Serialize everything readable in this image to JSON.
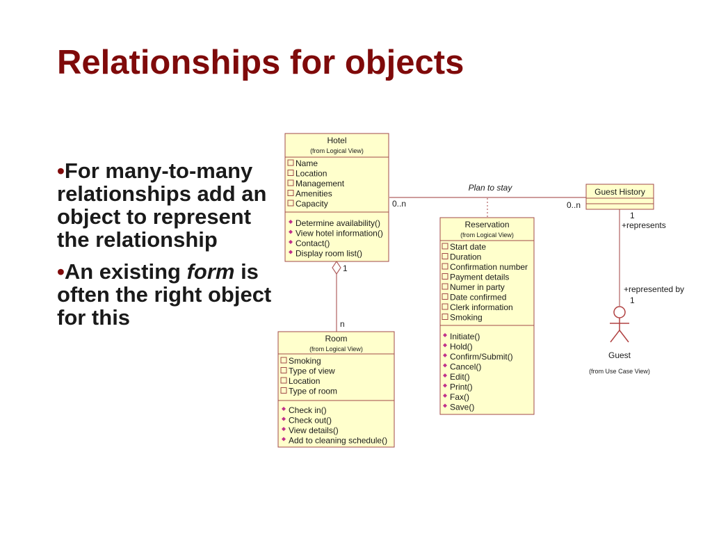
{
  "slide": {
    "title": "Relationships for objects",
    "bullets": [
      {
        "bullet": "•",
        "text": "For many-to-many relationships add an object to represent the relationship"
      },
      {
        "bullet": "•",
        "text_before": "An existing ",
        "text_italic": "form",
        "text_after": " is often the right object for this"
      }
    ]
  },
  "diagram": {
    "hotel": {
      "name": "Hotel",
      "stereotype": "(from Logical View)",
      "attributes": [
        "Name",
        "Location",
        "Management",
        "Amenities",
        "Capacity"
      ],
      "operations": [
        "Determine availability()",
        "View hotel information()",
        "Contact()",
        "Display room list()"
      ]
    },
    "room": {
      "name": "Room",
      "stereotype": "(from Logical View)",
      "attributes": [
        "Smoking",
        "Type of view",
        "Location",
        "Type of room"
      ],
      "operations": [
        "Check in()",
        "Check out()",
        "View details()",
        "Add to cleaning schedule()"
      ]
    },
    "reservation": {
      "name": "Reservation",
      "stereotype": "(from Logical View)",
      "attributes": [
        "Start date",
        "Duration",
        "Confirmation number",
        "Payment details",
        "Numer in party",
        "Date confirmed",
        "Clerk information",
        "Smoking"
      ],
      "operations": [
        "Initiate()",
        "Hold()",
        "Confirm/Submit()",
        "Cancel()",
        "Edit()",
        "Print()",
        "Fax()",
        "Save()"
      ]
    },
    "guest_history": {
      "name": "Guest History"
    },
    "guest": {
      "name": "Guest",
      "stereotype": "(from Use Case View)"
    },
    "associations": {
      "plan_to_stay": "Plan to stay",
      "hotel_mult": "0..n",
      "history_mult": "0..n",
      "hotel_room_one": "1",
      "hotel_room_many": "n",
      "history_one": "1",
      "represents": "+represents",
      "represented_by": "+represented by",
      "guest_one": "1"
    }
  }
}
